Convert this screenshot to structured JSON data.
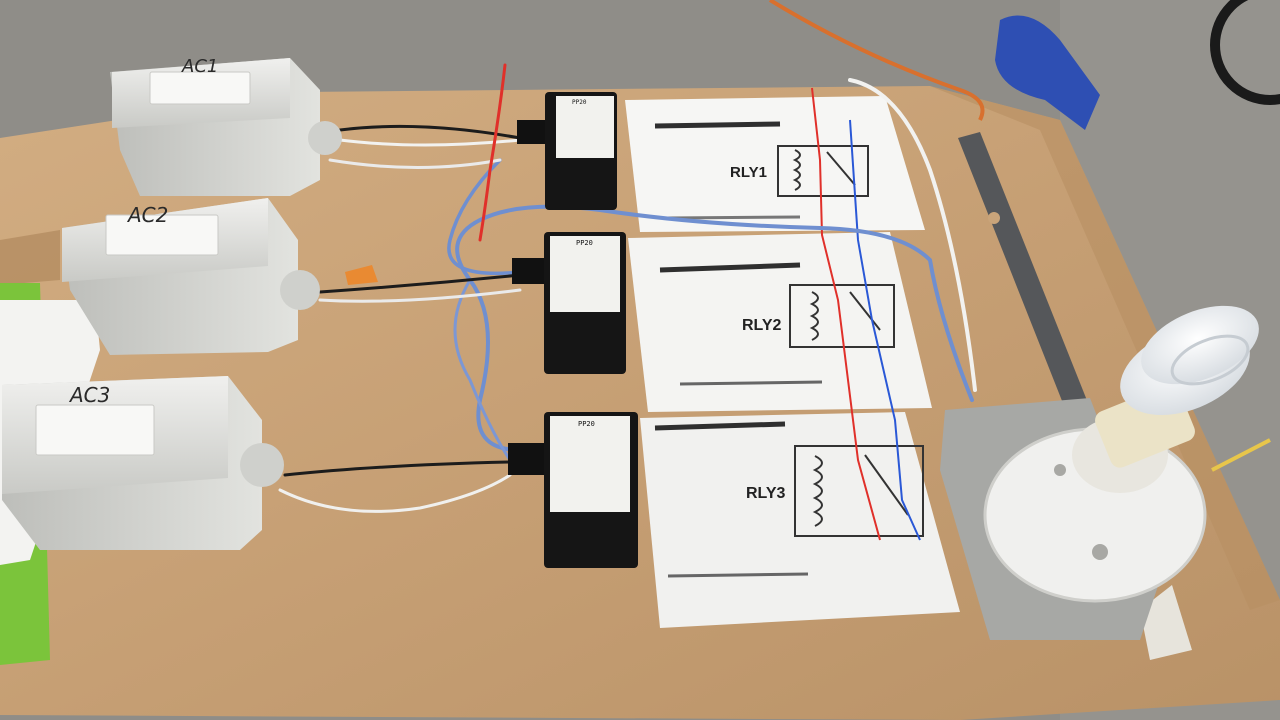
{
  "boxes": [
    {
      "label": "AC1"
    },
    {
      "label": "AC2"
    },
    {
      "label": "AC3"
    }
  ],
  "relays": [
    {
      "model": "PP20"
    },
    {
      "model": "PP20"
    },
    {
      "model": "PP20"
    }
  ],
  "diagrams": [
    {
      "label": "RLY1"
    },
    {
      "label": "RLY2"
    },
    {
      "label": "RLY3"
    }
  ],
  "colors": {
    "plywood": "#c9a47a",
    "floor": "#8e8c87",
    "wire_blue": "#6f8fd0",
    "wire_red": "#e0302a",
    "relay_body": "#141414",
    "box_gray": "#d9dad6"
  }
}
